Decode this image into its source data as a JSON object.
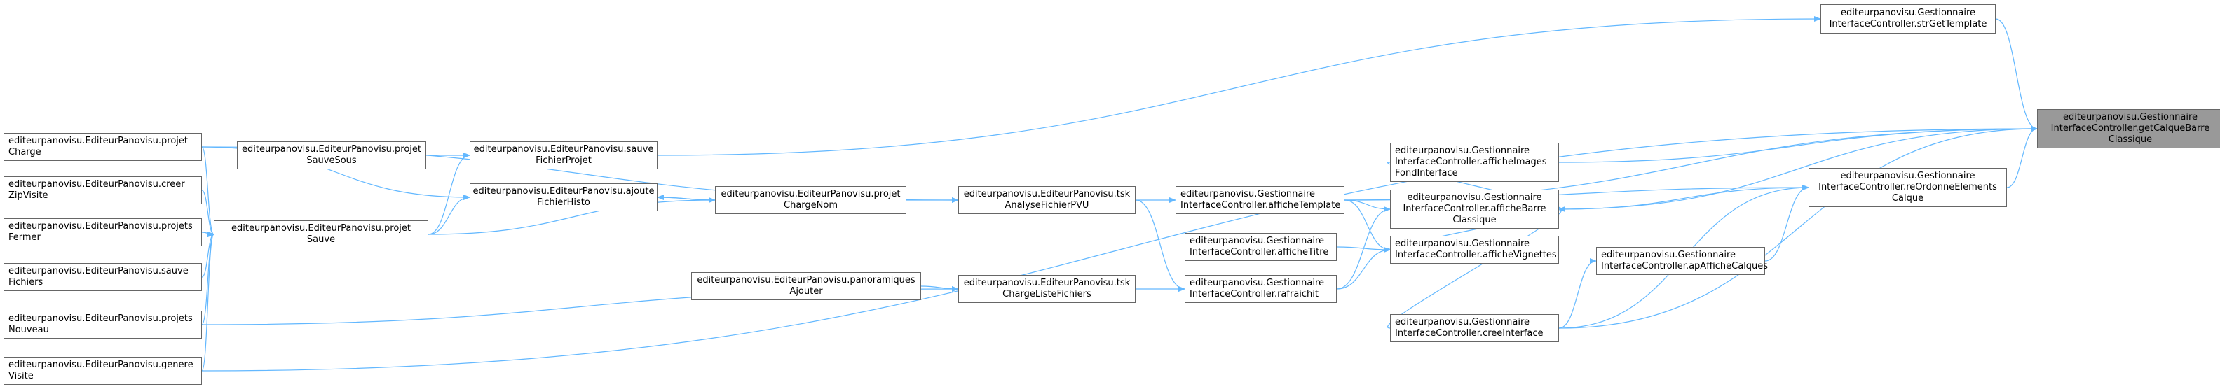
{
  "colors": {
    "edge": "#63b8ff",
    "focus_fill": "#999999",
    "border": "#666666"
  },
  "nodes": [
    {
      "id": "getCalque",
      "lines": [
        "editeurpanovisu.Gestionnaire",
        "InterfaceController.getCalqueBarre",
        "Classique"
      ]
    },
    {
      "id": "strGetTemplate",
      "lines": [
        "editeurpanovisu.Gestionnaire",
        "InterfaceController.strGetTemplate"
      ]
    },
    {
      "id": "reOrdonne",
      "lines": [
        "editeurpanovisu.Gestionnaire",
        "InterfaceController.reOrdonneElements",
        "Calque"
      ]
    },
    {
      "id": "afficheImages",
      "lines": [
        "editeurpanovisu.Gestionnaire",
        "InterfaceController.afficheImages",
        "FondInterface"
      ]
    },
    {
      "id": "afficheBarre",
      "lines": [
        "editeurpanovisu.Gestionnaire",
        "InterfaceController.afficheBarre",
        "Classique"
      ]
    },
    {
      "id": "apAffiche",
      "lines": [
        "editeurpanovisu.Gestionnaire",
        "InterfaceController.apAfficheCalques"
      ]
    },
    {
      "id": "creeInterface",
      "lines": [
        "editeurpanovisu.Gestionnaire",
        "InterfaceController.creeInterface"
      ]
    },
    {
      "id": "afficheTemplate",
      "lines": [
        "editeurpanovisu.Gestionnaire",
        "InterfaceController.afficheTemplate"
      ]
    },
    {
      "id": "afficheTitre",
      "lines": [
        "editeurpanovisu.Gestionnaire",
        "InterfaceController.afficheTitre"
      ]
    },
    {
      "id": "afficheVignettes",
      "lines": [
        "editeurpanovisu.Gestionnaire",
        "InterfaceController.afficheVignettes"
      ]
    },
    {
      "id": "rafraichit",
      "lines": [
        "editeurpanovisu.Gestionnaire",
        "InterfaceController.rafraichit"
      ]
    },
    {
      "id": "tskAnalyse",
      "lines": [
        "editeurpanovisu.EditeurPanovisu.tsk",
        "AnalyseFichierPVU"
      ]
    },
    {
      "id": "tskCharge",
      "lines": [
        "editeurpanovisu.EditeurPanovisu.tsk",
        "ChargeListeFichiers"
      ]
    },
    {
      "id": "panoAjouter",
      "lines": [
        "editeurpanovisu.EditeurPanovisu.panoramiques",
        "Ajouter"
      ]
    },
    {
      "id": "projetChargeNom",
      "lines": [
        "editeurpanovisu.EditeurPanovisu.projet",
        "ChargeNom"
      ]
    },
    {
      "id": "sauveFichierProjet",
      "lines": [
        "editeurpanovisu.EditeurPanovisu.sauve",
        "FichierProjet"
      ]
    },
    {
      "id": "ajouteFichierHisto",
      "lines": [
        "editeurpanovisu.EditeurPanovisu.ajoute",
        "FichierHisto"
      ]
    },
    {
      "id": "projetSauveSous",
      "lines": [
        "editeurpanovisu.EditeurPanovisu.projet",
        "SauveSous"
      ]
    },
    {
      "id": "projetSauve",
      "lines": [
        "editeurpanovisu.EditeurPanovisu.projet",
        "Sauve"
      ]
    },
    {
      "id": "projetCharge",
      "lines": [
        "editeurpanovisu.EditeurPanovisu.projet",
        "Charge"
      ]
    },
    {
      "id": "creerZip",
      "lines": [
        "editeurpanovisu.EditeurPanovisu.creer",
        "ZipVisite"
      ]
    },
    {
      "id": "projetsFermer",
      "lines": [
        "editeurpanovisu.EditeurPanovisu.projets",
        "Fermer"
      ]
    },
    {
      "id": "sauveFichiers",
      "lines": [
        "editeurpanovisu.EditeurPanovisu.sauve",
        "Fichiers"
      ]
    },
    {
      "id": "projetsNouveau",
      "lines": [
        "editeurpanovisu.EditeurPanovisu.projets",
        "Nouveau"
      ]
    },
    {
      "id": "genereVisite",
      "lines": [
        "editeurpanovisu.EditeurPanovisu.genere",
        "Visite"
      ]
    }
  ],
  "edges": [
    [
      "strGetTemplate",
      "getCalque"
    ],
    [
      "reOrdonne",
      "getCalque"
    ],
    [
      "afficheImages",
      "getCalque"
    ],
    [
      "afficheTemplate",
      "getCalque"
    ],
    [
      "afficheBarre",
      "getCalque"
    ],
    [
      "creeInterface",
      "getCalque"
    ],
    [
      "genereVisite",
      "getCalque"
    ],
    [
      "afficheBarre",
      "reOrdonne"
    ],
    [
      "apAffiche",
      "reOrdonne"
    ],
    [
      "creeInterface",
      "reOrdonne"
    ],
    [
      "afficheTemplate",
      "reOrdonne"
    ],
    [
      "afficheVignettes",
      "afficheBarre"
    ],
    [
      "rafraichit",
      "afficheBarre"
    ],
    [
      "creeInterface",
      "afficheBarre"
    ],
    [
      "afficheImages",
      "afficheBarre"
    ],
    [
      "afficheTemplate",
      "afficheBarre"
    ],
    [
      "creeInterface",
      "apAffiche"
    ],
    [
      "afficheTitre",
      "afficheVignettes"
    ],
    [
      "afficheTemplate",
      "afficheVignettes"
    ],
    [
      "rafraichit",
      "afficheVignettes"
    ],
    [
      "tskAnalyse",
      "afficheTemplate"
    ],
    [
      "tskAnalyse",
      "rafraichit"
    ],
    [
      "tskCharge",
      "rafraichit"
    ],
    [
      "projetChargeNom",
      "tskAnalyse"
    ],
    [
      "projetCharge",
      "tskAnalyse"
    ],
    [
      "panoAjouter",
      "tskCharge"
    ],
    [
      "projetsNouveau",
      "tskCharge"
    ],
    [
      "ajouteFichierHisto",
      "projetChargeNom"
    ],
    [
      "projetSauve",
      "projetChargeNom"
    ],
    [
      "projetChargeNom",
      "ajouteFichierHisto"
    ],
    [
      "sauveFichierProjet",
      "strGetTemplate"
    ],
    [
      "projetSauveSous",
      "sauveFichierProjet"
    ],
    [
      "projetSauve",
      "sauveFichierProjet"
    ],
    [
      "projetCharge",
      "ajouteFichierHisto"
    ],
    [
      "projetSauve",
      "ajouteFichierHisto"
    ],
    [
      "projetCharge",
      "projetSauve"
    ],
    [
      "creerZip",
      "projetSauve"
    ],
    [
      "projetsFermer",
      "projetSauve"
    ],
    [
      "sauveFichiers",
      "projetSauve"
    ],
    [
      "projetsNouveau",
      "projetSauve"
    ],
    [
      "genereVisite",
      "projetSauve"
    ]
  ]
}
